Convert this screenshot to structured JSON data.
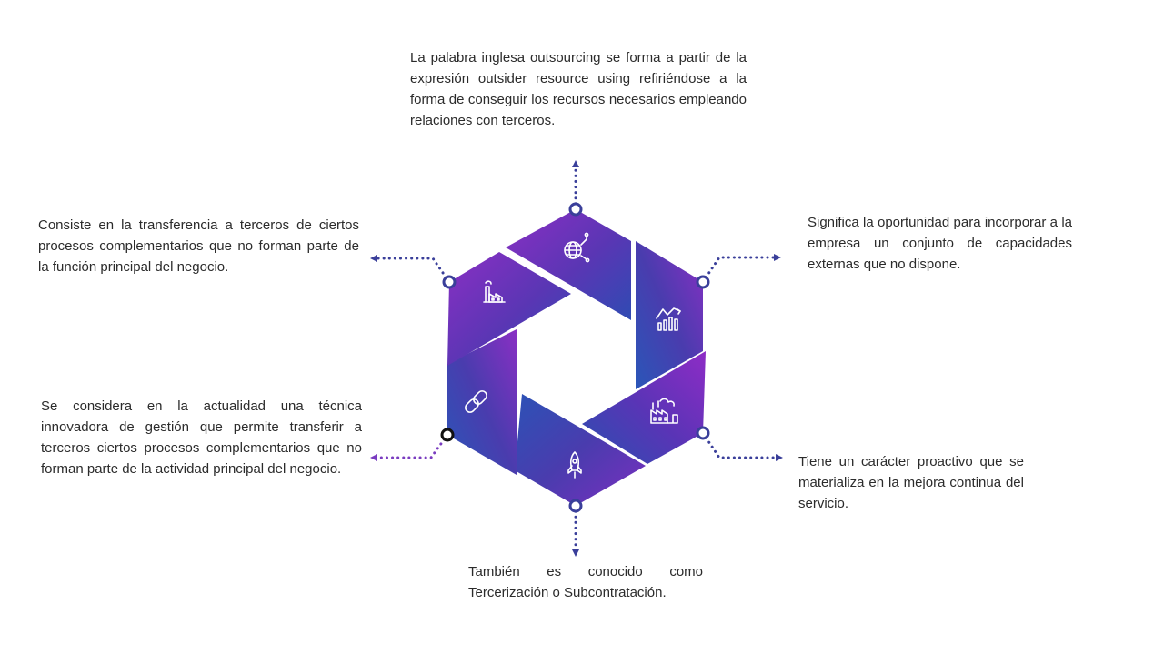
{
  "descriptions": {
    "top": "La palabra inglesa outsourcing se forma a partir de la expresión outsider resource using refiriéndose a la forma de conseguir los recursos necesarios empleando relaciones con terceros.",
    "right_top": "Significa la oportunidad para incorporar a la empresa un conjunto de capacidades externas que no dispone.",
    "right_bottom": "Tiene un carácter proactivo que se materializa en la mejora continua del servicio.",
    "bottom": "También es conocido como Tercerización o Subcontratación.",
    "left_top": "Consiste en la transferencia a terceros de ciertos procesos complementarios que no forman parte de la función principal del negocio.",
    "left_bottom": "Se considera en la actualidad una técnica innovadora de gestión que permite transferir a terceros ciertos procesos complementarios que no forman parte de la actividad principal del negocio."
  },
  "colors": {
    "purple": "#8a2fc4",
    "indigo": "#3b3fa8",
    "blue": "#2a56b8",
    "connector": "#3a3f9a",
    "connector_accent": "#7a3cc0"
  },
  "icons": [
    "global-network-icon",
    "growth-chart-icon",
    "factory-icon",
    "rocket-icon",
    "chain-link-icon",
    "factory-plant-icon"
  ]
}
